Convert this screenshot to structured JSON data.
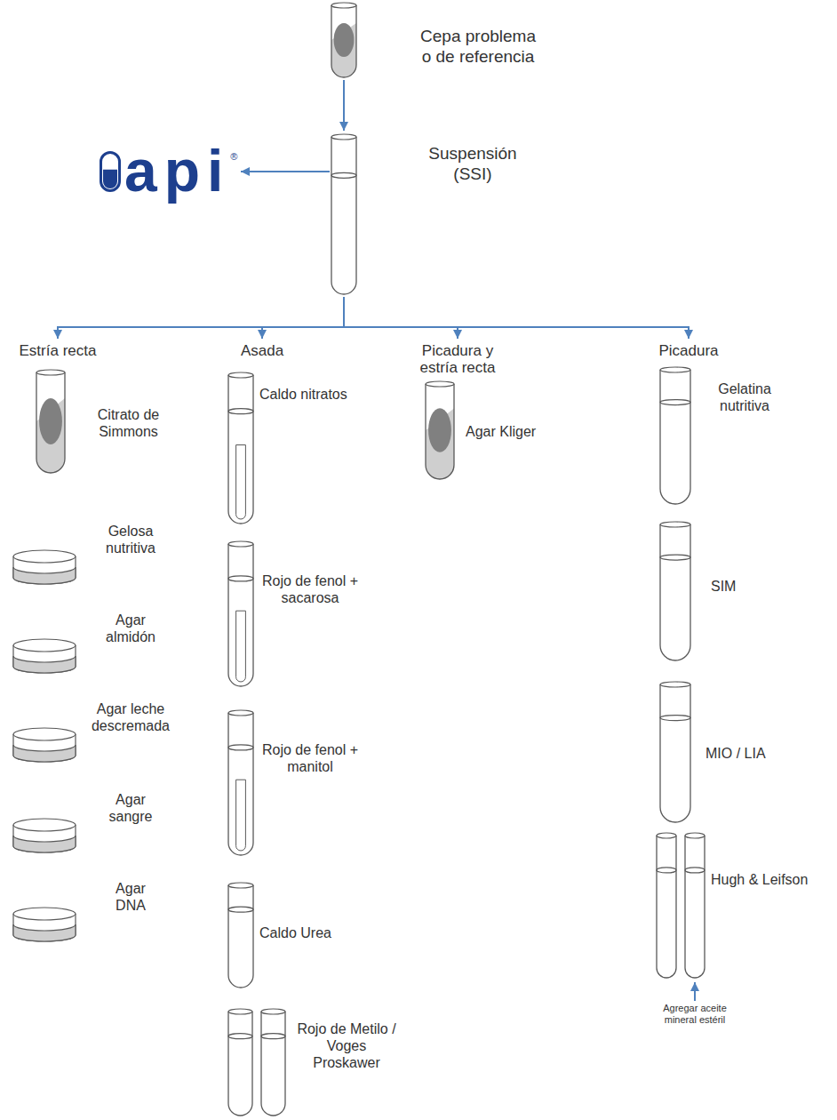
{
  "diagram": {
    "nodes": [
      {
        "text": [
          "Cepa problema o de referencia"
        ]
      },
      {
        "text": [
          "Suspensión (SSI)"
        ]
      },
      {
        "text": [
          "api",
          "®"
        ]
      },
      {
        "text": [
          "Estría recta"
        ]
      },
      {
        "text": [
          "Citrato de Simmons"
        ],
        "in": 3
      },
      {
        "text": [
          "Gelosa nutritiva"
        ],
        "in": 3
      },
      {
        "text": [
          "Agar almidón"
        ],
        "in": 3
      },
      {
        "text": [
          "Agar leche descremada"
        ],
        "in": 3
      },
      {
        "text": [
          "Agar sangre"
        ],
        "in": 3
      },
      {
        "text": [
          "Agar DNA"
        ],
        "in": 3
      },
      {
        "text": [
          "Asada"
        ]
      },
      {
        "text": [
          "Caldo nitratos"
        ],
        "in": 10
      },
      {
        "text": [
          "Rojo de fenol + sacarosa"
        ],
        "in": 10
      },
      {
        "text": [
          "Rojo de fenol + manitol"
        ],
        "in": 10
      },
      {
        "text": [
          "Caldo Urea"
        ],
        "in": 10
      },
      {
        "text": [
          "Rojo de Metilo / Voges Proskawer"
        ],
        "in": 10
      },
      {
        "text": [
          "Picadura y estría recta"
        ]
      },
      {
        "text": [
          "Agar Kliger"
        ],
        "in": 16
      },
      {
        "text": [
          "Picadura"
        ]
      },
      {
        "text": [
          "Gelatina nutritiva"
        ],
        "in": 18
      },
      {
        "text": [
          "SIM"
        ],
        "in": 18
      },
      {
        "text": [
          "MIO / LIA"
        ],
        "in": 18
      },
      {
        "text": [
          "Hugh & Leifson"
        ],
        "in": 18
      }
    ],
    "edges": [
      {
        "from": 0,
        "to": 1,
        "arrow": "to"
      },
      {
        "from": 1,
        "to": 2,
        "arrow": "to"
      },
      {
        "from": 1,
        "to": 3,
        "arrow": "to"
      },
      {
        "from": 1,
        "to": 10,
        "arrow": "to"
      },
      {
        "from": 1,
        "to": 16,
        "arrow": "to"
      },
      {
        "from": 1,
        "to": 18,
        "arrow": "to"
      }
    ],
    "labels": [
      "Agregar aceite mineral estéril"
    ]
  }
}
